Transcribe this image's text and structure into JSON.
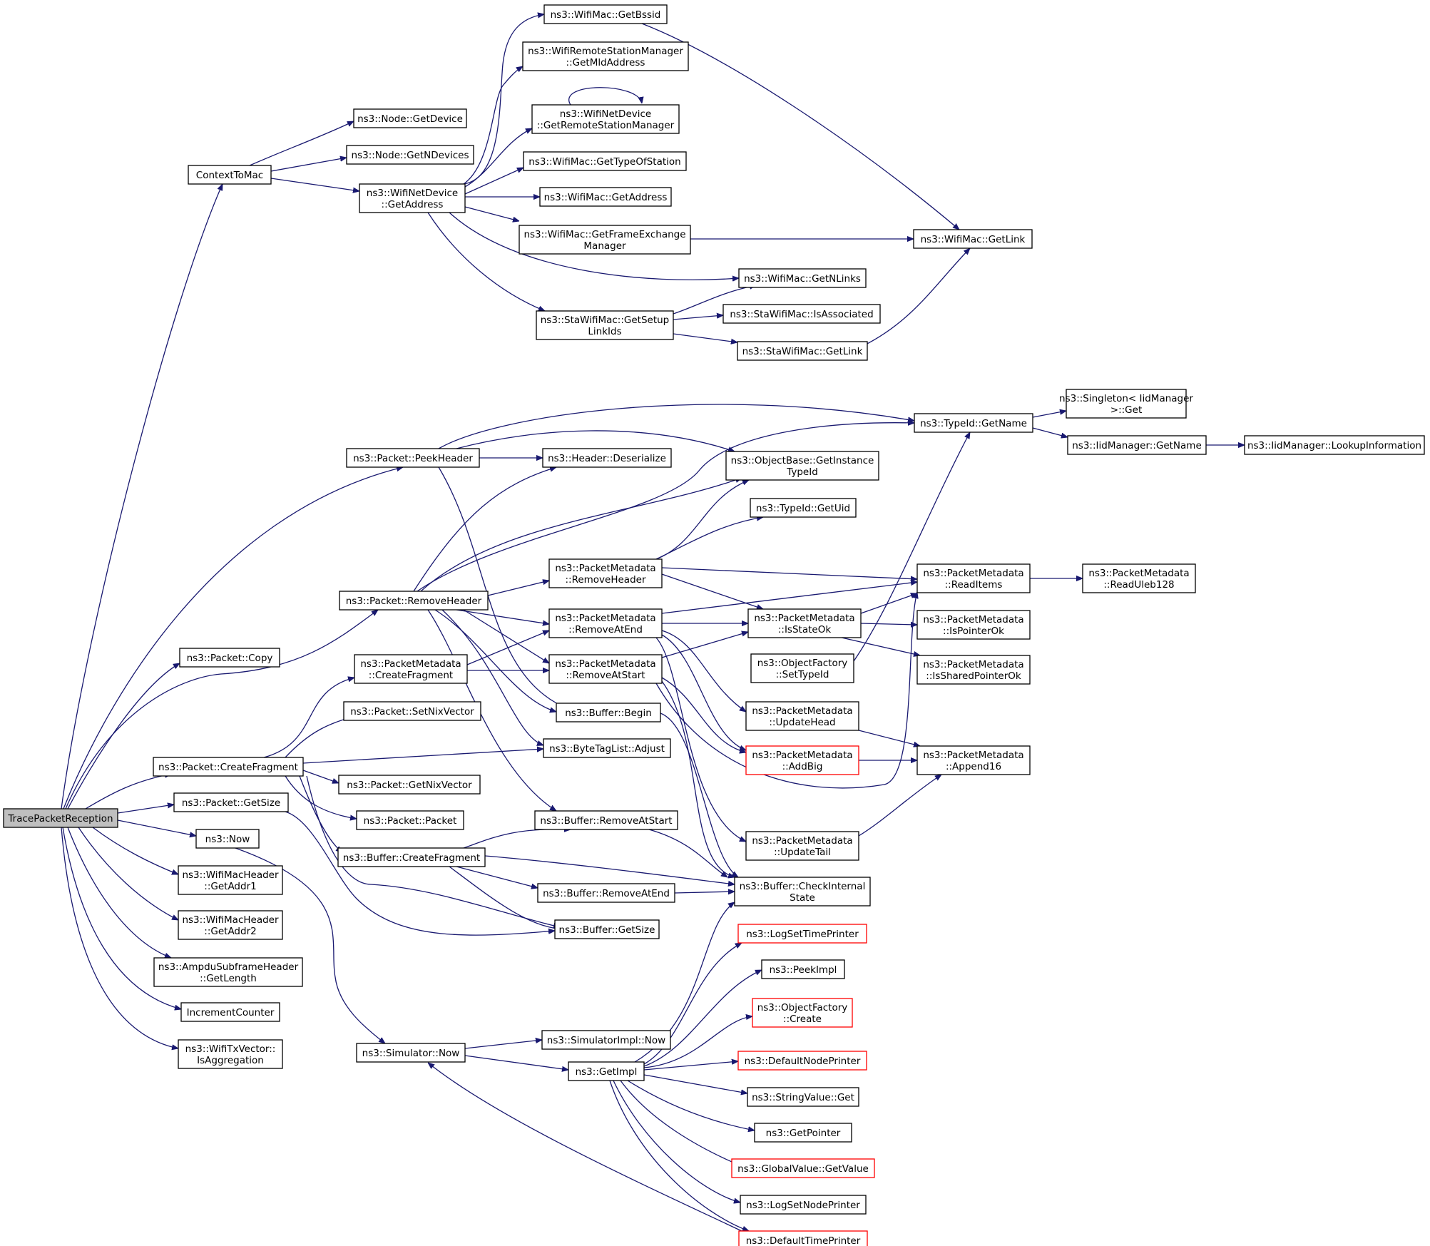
{
  "colors": {
    "edge": "#191970",
    "node_border": "#000000",
    "node_border_truncated": "#ff0000",
    "root_fill": "#bfbfbf",
    "node_fill": "#ffffff"
  },
  "nodes": [
    {
      "id": "root",
      "lines": [
        "TracePacketReception"
      ],
      "style": "root"
    },
    {
      "id": "ctx",
      "lines": [
        "ContextToMac"
      ]
    },
    {
      "id": "nodeGetDevice",
      "lines": [
        "ns3::Node::GetDevice"
      ]
    },
    {
      "id": "nodeGetNDevices",
      "lines": [
        "ns3::Node::GetNDevices"
      ]
    },
    {
      "id": "wndGetAddress",
      "lines": [
        "ns3::WifiNetDevice",
        "::GetAddress"
      ]
    },
    {
      "id": "wmGetBssid",
      "lines": [
        "ns3::WifiMac::GetBssid"
      ]
    },
    {
      "id": "wrsmGetMld",
      "lines": [
        "ns3::WifiRemoteStationManager",
        "::GetMldAddress"
      ]
    },
    {
      "id": "wndGetRSM",
      "lines": [
        "ns3::WifiNetDevice",
        "::GetRemoteStationManager"
      ]
    },
    {
      "id": "wmTypeOfStation",
      "lines": [
        "ns3::WifiMac::GetTypeOfStation"
      ]
    },
    {
      "id": "wmGetAddress",
      "lines": [
        "ns3::WifiMac::GetAddress"
      ]
    },
    {
      "id": "wmGetFEM",
      "lines": [
        "ns3::WifiMac::GetFrameExchange",
        "Manager"
      ]
    },
    {
      "id": "wmGetLink",
      "lines": [
        "ns3::WifiMac::GetLink"
      ]
    },
    {
      "id": "wmGetNLinks",
      "lines": [
        "ns3::WifiMac::GetNLinks"
      ]
    },
    {
      "id": "swmSetup",
      "lines": [
        "ns3::StaWifiMac::GetSetup",
        "LinkIds"
      ]
    },
    {
      "id": "swmIsAssoc",
      "lines": [
        "ns3::StaWifiMac::IsAssociated"
      ]
    },
    {
      "id": "swmGetLink",
      "lines": [
        "ns3::StaWifiMac::GetLink"
      ]
    },
    {
      "id": "tidGetName",
      "lines": [
        "ns3::TypeId::GetName"
      ]
    },
    {
      "id": "singleton",
      "lines": [
        "ns3::Singleton< IidManager",
        ">::Get"
      ]
    },
    {
      "id": "iidGetName",
      "lines": [
        "ns3::IidManager::GetName"
      ]
    },
    {
      "id": "iidLookup",
      "lines": [
        "ns3::IidManager::LookupInformation"
      ]
    },
    {
      "id": "pktPeek",
      "lines": [
        "ns3::Packet::PeekHeader"
      ]
    },
    {
      "id": "hdrDeser",
      "lines": [
        "ns3::Header::Deserialize"
      ]
    },
    {
      "id": "objGetTid",
      "lines": [
        "ns3::ObjectBase::GetInstance",
        "TypeId"
      ]
    },
    {
      "id": "tidGetUid",
      "lines": [
        "ns3::TypeId::GetUid"
      ]
    },
    {
      "id": "pmRemoveHeader",
      "lines": [
        "ns3::PacketMetadata",
        "::RemoveHeader"
      ]
    },
    {
      "id": "pmReadItems",
      "lines": [
        "ns3::PacketMetadata",
        "::ReadItems"
      ]
    },
    {
      "id": "pmReadUleb",
      "lines": [
        "ns3::PacketMetadata",
        "::ReadUleb128"
      ]
    },
    {
      "id": "pktRemoveHeader",
      "lines": [
        "ns3::Packet::RemoveHeader"
      ]
    },
    {
      "id": "pmRemoveAtEnd",
      "lines": [
        "ns3::PacketMetadata",
        "::RemoveAtEnd"
      ]
    },
    {
      "id": "pmIsStateOk",
      "lines": [
        "ns3::PacketMetadata",
        "::IsStateOk"
      ]
    },
    {
      "id": "pmIsPtrOk",
      "lines": [
        "ns3::PacketMetadata",
        "::IsPointerOk"
      ]
    },
    {
      "id": "pktCopy",
      "lines": [
        "ns3::Packet::Copy"
      ]
    },
    {
      "id": "pmCreateFrag",
      "lines": [
        "ns3::PacketMetadata",
        "::CreateFragment"
      ]
    },
    {
      "id": "pmRemoveAtStart",
      "lines": [
        "ns3::PacketMetadata",
        "::RemoveAtStart"
      ]
    },
    {
      "id": "ofSetTid",
      "lines": [
        "ns3::ObjectFactory",
        "::SetTypeId"
      ]
    },
    {
      "id": "pmIsShared",
      "lines": [
        "ns3::PacketMetadata",
        "::IsSharedPointerOk"
      ]
    },
    {
      "id": "pktSetNix",
      "lines": [
        "ns3::Packet::SetNixVector"
      ]
    },
    {
      "id": "bufBegin",
      "lines": [
        "ns3::Buffer::Begin"
      ]
    },
    {
      "id": "pmUpdateHead",
      "lines": [
        "ns3::PacketMetadata",
        "::UpdateHead"
      ]
    },
    {
      "id": "btlAdjust",
      "lines": [
        "ns3::ByteTagList::Adjust"
      ]
    },
    {
      "id": "pktCreateFrag",
      "lines": [
        "ns3::Packet::CreateFragment"
      ]
    },
    {
      "id": "pmAddBig",
      "lines": [
        "ns3::PacketMetadata",
        "::AddBig"
      ],
      "style": "truncated"
    },
    {
      "id": "pmAppend16",
      "lines": [
        "ns3::PacketMetadata",
        "::Append16"
      ]
    },
    {
      "id": "pktGetNix",
      "lines": [
        "ns3::Packet::GetNixVector"
      ]
    },
    {
      "id": "pktGetSize",
      "lines": [
        "ns3::Packet::GetSize"
      ]
    },
    {
      "id": "pktPacket",
      "lines": [
        "ns3::Packet::Packet"
      ]
    },
    {
      "id": "bufRemoveAtStart",
      "lines": [
        "ns3::Buffer::RemoveAtStart"
      ]
    },
    {
      "id": "now",
      "lines": [
        "ns3::Now"
      ]
    },
    {
      "id": "pmUpdateTail",
      "lines": [
        "ns3::PacketMetadata",
        "::UpdateTail"
      ]
    },
    {
      "id": "bufCreateFrag",
      "lines": [
        "ns3::Buffer::CreateFragment"
      ]
    },
    {
      "id": "wmhAddr1",
      "lines": [
        "ns3::WifiMacHeader",
        "::GetAddr1"
      ]
    },
    {
      "id": "bufRemoveAtEnd",
      "lines": [
        "ns3::Buffer::RemoveAtEnd"
      ]
    },
    {
      "id": "bufCheck",
      "lines": [
        "ns3::Buffer::CheckInternal",
        "State"
      ]
    },
    {
      "id": "wmhAddr2",
      "lines": [
        "ns3::WifiMacHeader",
        "::GetAddr2"
      ]
    },
    {
      "id": "bufGetSize",
      "lines": [
        "ns3::Buffer::GetSize"
      ]
    },
    {
      "id": "logSetTime",
      "lines": [
        "ns3::LogSetTimePrinter"
      ],
      "style": "truncated"
    },
    {
      "id": "ampdu",
      "lines": [
        "ns3::AmpduSubframeHeader",
        "::GetLength"
      ]
    },
    {
      "id": "peekImpl",
      "lines": [
        "ns3::PeekImpl"
      ]
    },
    {
      "id": "incCounter",
      "lines": [
        "IncrementCounter"
      ]
    },
    {
      "id": "ofCreate",
      "lines": [
        "ns3::ObjectFactory",
        "::Create"
      ],
      "style": "truncated"
    },
    {
      "id": "simImplNow",
      "lines": [
        "ns3::SimulatorImpl::Now"
      ]
    },
    {
      "id": "wtxAgg",
      "lines": [
        "ns3::WifiTxVector::",
        "IsAggregation"
      ]
    },
    {
      "id": "simNow",
      "lines": [
        "ns3::Simulator::Now"
      ]
    },
    {
      "id": "defNodePrinter",
      "lines": [
        "ns3::DefaultNodePrinter"
      ],
      "style": "truncated"
    },
    {
      "id": "getImpl",
      "lines": [
        "ns3::GetImpl"
      ]
    },
    {
      "id": "strGet",
      "lines": [
        "ns3::StringValue::Get"
      ]
    },
    {
      "id": "getPointer",
      "lines": [
        "ns3::GetPointer"
      ]
    },
    {
      "id": "gvGetValue",
      "lines": [
        "ns3::GlobalValue::GetValue"
      ],
      "style": "truncated"
    },
    {
      "id": "logSetNode",
      "lines": [
        "ns3::LogSetNodePrinter"
      ]
    },
    {
      "id": "defTimePrinter",
      "lines": [
        "ns3::DefaultTimePrinter"
      ],
      "style": "truncated"
    }
  ]
}
